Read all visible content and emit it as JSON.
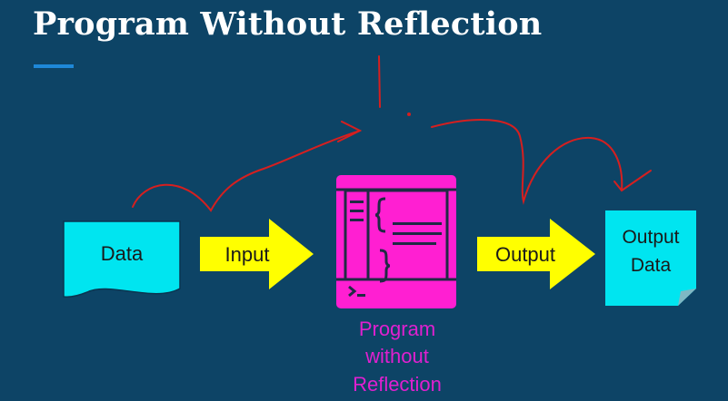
{
  "slide": {
    "title": "Program Without Reflection"
  },
  "diagram": {
    "input_document": {
      "label": "Data"
    },
    "input_arrow": {
      "label": "Input"
    },
    "program": {
      "caption_lines": [
        "Program",
        "without",
        "Reflection"
      ]
    },
    "output_arrow": {
      "label": "Output"
    },
    "output_note": {
      "label_lines": [
        "Output",
        "Data"
      ]
    }
  },
  "colors": {
    "background": "#0d4466",
    "document": "#00e5f0",
    "arrow": "#ffff00",
    "program": "#ff1fd2",
    "caption": "#e020d0",
    "annotation": "#d61f1f",
    "accent": "#1e88d8"
  }
}
